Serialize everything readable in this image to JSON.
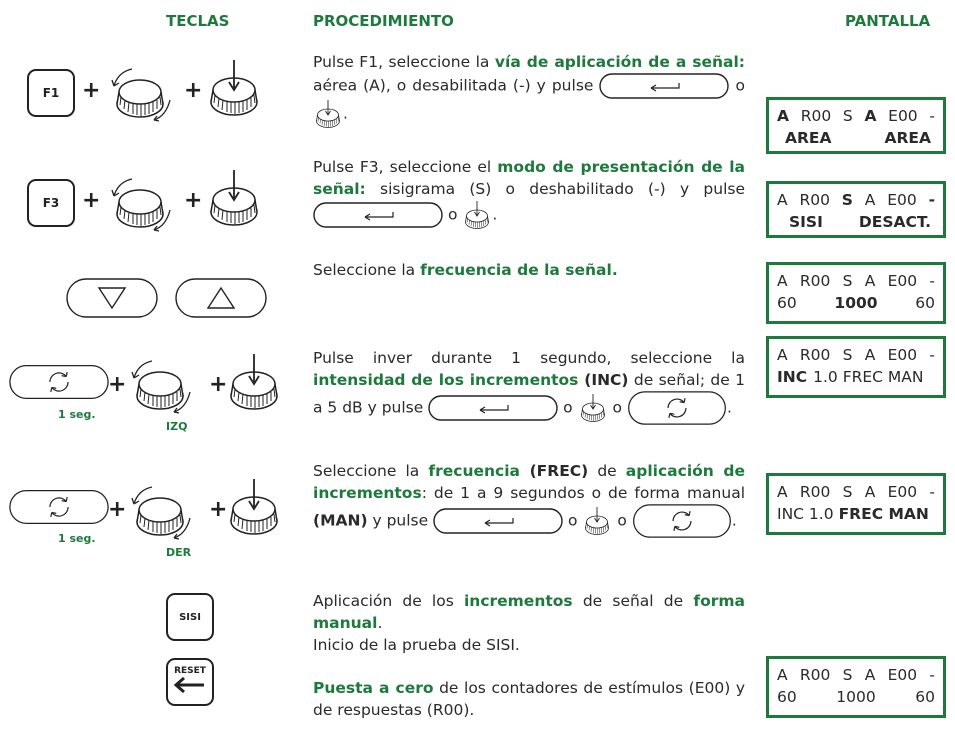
{
  "headers": {
    "keys": "TECLAS",
    "procedure": "PROCEDIMIENTO",
    "screen": "PANTALLA"
  },
  "key_labels": {
    "f1": "F1",
    "f3": "F3",
    "sisi": "SISI",
    "reset": "RESET",
    "one_sec_a": "1 seg.",
    "one_sec_b": "1 seg.",
    "izq": "IZQ",
    "der": "DER"
  },
  "steps": {
    "s1": {
      "t1": "Pulse F1, seleccione la ",
      "g1": "vía de aplicación de a señal:",
      "t2": " aérea (A), o desabilitada (-) y pulse",
      "o": "o",
      "end": "."
    },
    "s2": {
      "t1": "Pulse F3, seleccione el ",
      "g1": "modo de presentación de la señal:",
      "t2": " sisigrama (S) o deshabilitado (-) y pulse",
      "o": "o",
      "end": "."
    },
    "s3": {
      "t1": "Seleccione la ",
      "g1": "frecuencia de la señal."
    },
    "s4": {
      "t1": "Pulse inver durante 1 segundo, seleccione la ",
      "g1": "intensidad de los incrementos",
      "b1": " (INC)",
      "t2": " de señal; de 1 a 5 dB y pulse",
      "o1": "o",
      "o2": "o",
      "end": "."
    },
    "s5": {
      "t1": "Seleccione la ",
      "g1": "frecuencia",
      "b1": " (FREC)",
      "t2": " de ",
      "g2": "aplicación de incrementos",
      "t3": ": de 1 a 9 segundos o de forma manual ",
      "b2": "(MAN)",
      "t4": " y pulse",
      "o1": "o",
      "o2": "o",
      "end": "."
    },
    "s6": {
      "t1": "Aplicación de los ",
      "g1": "incrementos",
      "t2": " de señal de ",
      "g2": "forma manual",
      "t3": ".",
      "line2": "Inicio de la prueba de SISI."
    },
    "s7": {
      "g1": "Puesta a cero",
      "t1": " de los contadores de estímulos (E00) y de respuestas (R00)."
    }
  },
  "screens": {
    "d1": {
      "r1": [
        "A",
        "R00",
        "S",
        "A",
        "E00",
        "-"
      ],
      "r2": [
        "AREA",
        "AREA"
      ]
    },
    "d2": {
      "r1": [
        "A",
        "R00",
        "S",
        "A",
        "E00",
        "-"
      ],
      "r2": [
        "SISI",
        "DESACT."
      ]
    },
    "d3": {
      "r1": [
        "A",
        "R00",
        "S",
        "A",
        "E00",
        "-"
      ],
      "r2": [
        "60",
        "1000",
        "60"
      ]
    },
    "d4": {
      "r1": [
        "A",
        "R00",
        "S",
        "A",
        "E00",
        "-"
      ],
      "r2": [
        "INC",
        "1.0 FREC MAN"
      ]
    },
    "d5": {
      "r1": [
        "A",
        "R00",
        "S",
        "A",
        "E00",
        "-"
      ],
      "r2": [
        "INC 1.0",
        "FREC MAN"
      ]
    },
    "d6": {
      "r1": [
        "A",
        "R00",
        "S",
        "A",
        "E00",
        "-"
      ],
      "r2": [
        "60",
        "1000",
        "60"
      ]
    }
  },
  "colors": {
    "accent": "#1e7a3c",
    "ink": "#2a2a2a"
  }
}
